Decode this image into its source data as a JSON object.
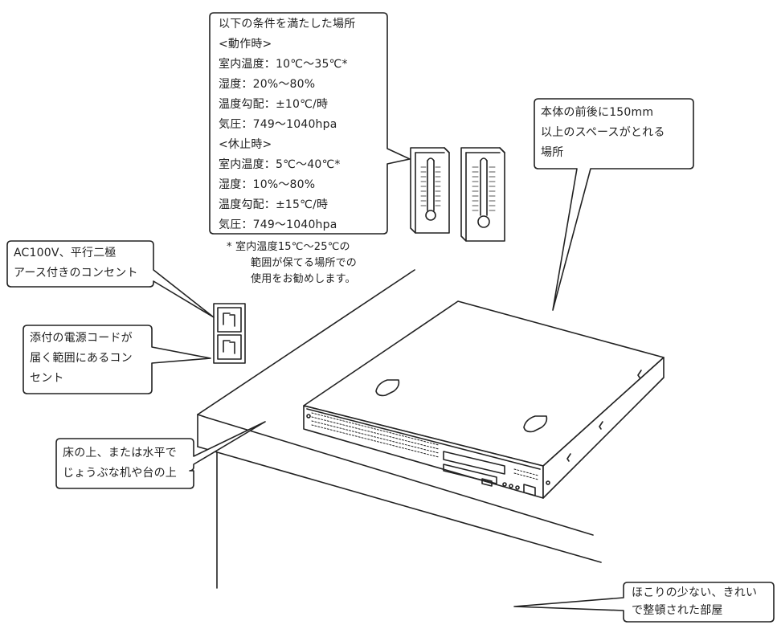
{
  "callouts": {
    "environment": {
      "lines": [
        "以下の条件を満たした場所",
        "<動作時>",
        "室内温度：10℃～35℃*",
        "湿度：20%～80%",
        "温度勾配：±10℃/時",
        "気圧：749～1040hpa",
        "<休止時>",
        "室内温度：5℃～40℃*",
        "湿度：10%～80%",
        "温度勾配：±15℃/時",
        "気圧：749～1040hpa"
      ]
    },
    "footnote": {
      "lines": [
        "*  室内温度15℃～25℃の",
        "範囲が保てる場所での",
        "使用をお勧めします。"
      ]
    },
    "space": {
      "lines": [
        "本体の前後に150mm",
        "以上のスペースがとれる",
        "場所"
      ]
    },
    "outlet_ac": {
      "lines": [
        "AC100V、平行二極",
        "アース付きのコンセント"
      ]
    },
    "outlet_cord": {
      "lines": [
        "添付の電源コードが",
        "届く範囲にあるコン",
        "セント"
      ]
    },
    "surface": {
      "lines": [
        "床の上、または水平で",
        "じょうぶな机や台の上"
      ]
    },
    "room": {
      "lines": [
        "ほこりの少ない、きれい",
        "で整頓された部屋"
      ]
    }
  },
  "colors": {
    "line": "#222222",
    "fill": "#ffffff",
    "tick": "#555555"
  }
}
